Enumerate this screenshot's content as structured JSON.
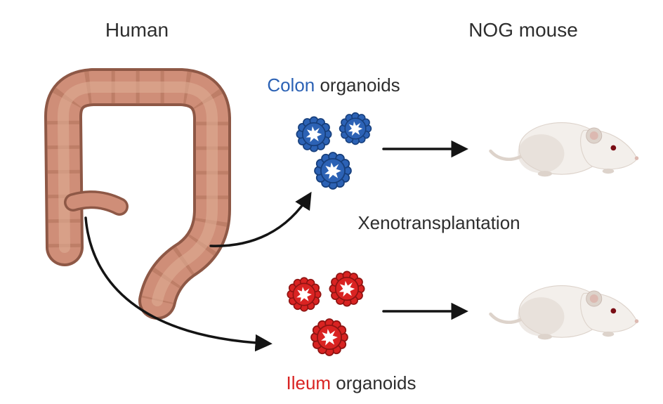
{
  "title_row": {
    "human": "Human",
    "nog_mouse": "NOG mouse"
  },
  "labels": {
    "colon_highlight": "Colon",
    "colon_rest": " organoids",
    "xenotransplantation": "Xenotransplantation",
    "ileum_highlight": "Ileum",
    "ileum_rest": " organoids"
  },
  "icons": {
    "colon_organoid": "blue-organoid-rosette-icon",
    "ileum_organoid": "red-organoid-rosette-icon",
    "mouse": "white-nog-mouse-illustration",
    "intestine": "human-large-intestine-illustration",
    "arrow": "black-arrow"
  },
  "colors": {
    "colon_blue": "#2c62b5",
    "colon_blue_dark": "#173f7c",
    "ileum_red": "#d92322",
    "ileum_red_dark": "#8e1412",
    "text_dark": "#2e2e2e",
    "intestine_fill": "#cf8e78",
    "intestine_outline": "#8e5846",
    "intestine_shadow": "#a96a52",
    "intestine_highlight": "#ddab93",
    "arrow_black": "#141414",
    "mouse_body": "#f3efeb",
    "mouse_shadow": "#ddd3cb",
    "mouse_ear_pink": "#dcb9b1",
    "mouse_eye": "#7a0d14"
  }
}
